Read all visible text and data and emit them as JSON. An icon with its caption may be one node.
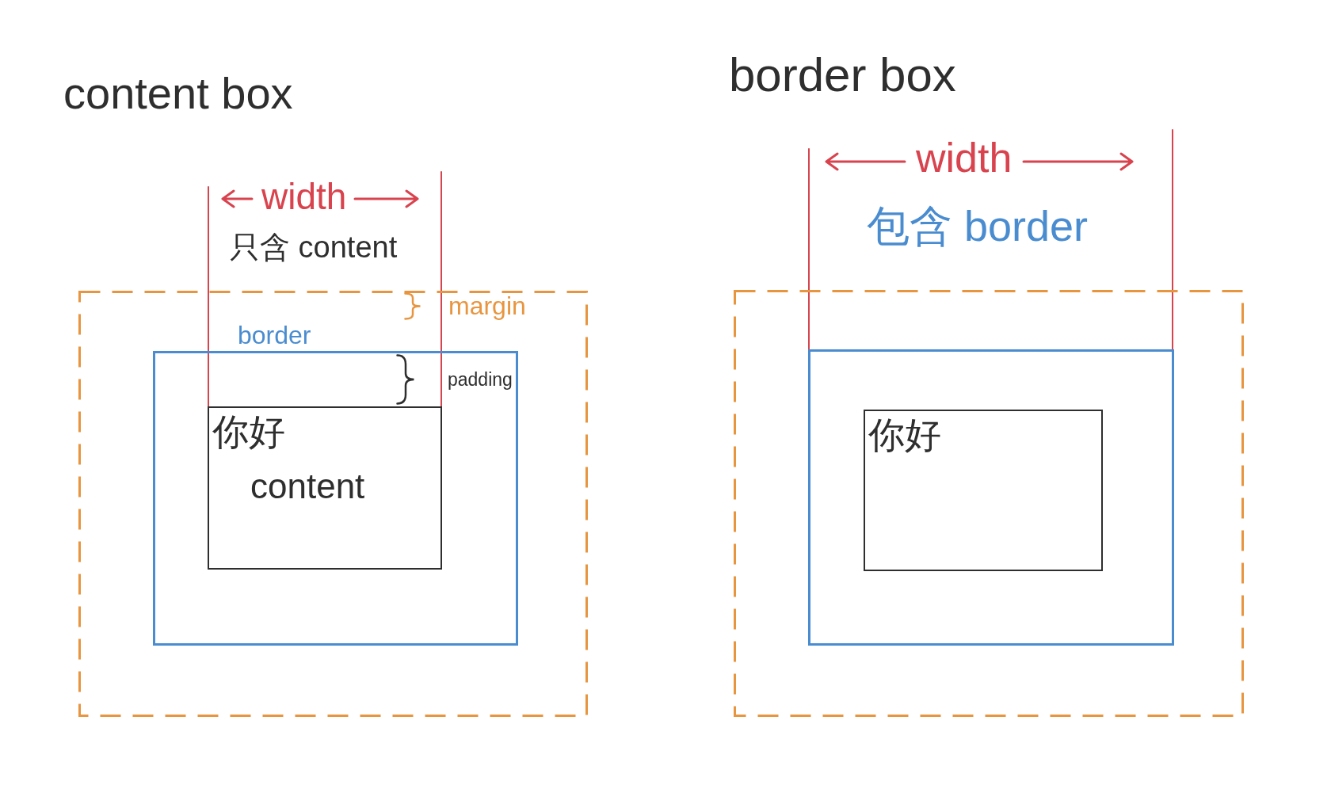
{
  "diagram": {
    "nodes": [
      {
        "text": [],
        "shape": "box",
        "beside": [
          "margin"
        ]
      },
      {
        "text": [
          "border"
        ],
        "in": 0,
        "beside": [
          "padding"
        ]
      },
      {
        "text": [
          "你好",
          "content"
        ],
        "in": 1
      },
      {
        "text": [],
        "shape": "box"
      },
      {
        "text": [],
        "shape": "box",
        "in": 3
      },
      {
        "text": [
          "你好"
        ],
        "in": 4
      }
    ],
    "labels": [
      "content box",
      "width",
      "只含 content",
      "border box",
      "width",
      "包含 border"
    ]
  }
}
